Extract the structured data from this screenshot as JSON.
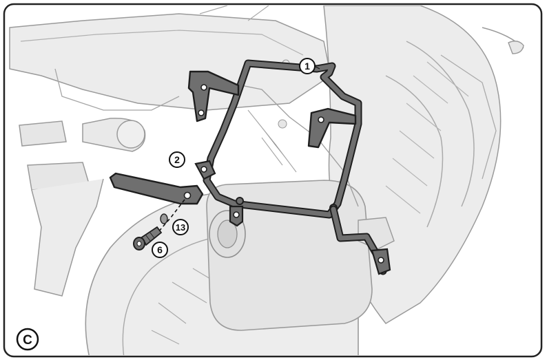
{
  "panel": {
    "step_label": "C"
  },
  "callouts": [
    {
      "id": "rack-frame",
      "label": "1"
    },
    {
      "id": "support-arm",
      "label": "2"
    },
    {
      "id": "washer",
      "label": "13"
    },
    {
      "id": "bolt",
      "label": "6"
    }
  ],
  "colors": {
    "bike_fill": "#eaeaea",
    "bike_stroke": "#9a9a9a",
    "frame_fill": "#6f6f6f",
    "frame_stroke": "#1e1e1e",
    "border": "#222222"
  }
}
